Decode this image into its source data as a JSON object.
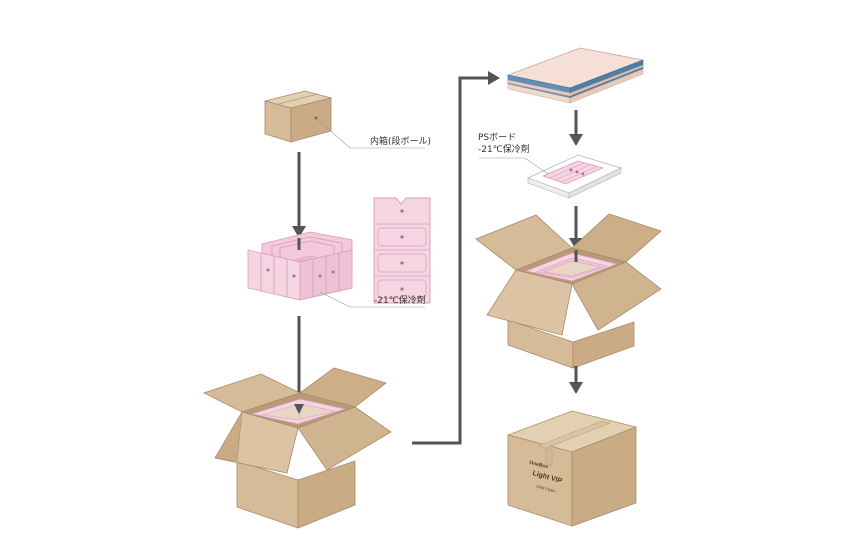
{
  "diagram": {
    "labels": {
      "inner_box": "内箱(段ボール)",
      "coolant_left": "-21℃保冷剤",
      "ps_board": "PSボード",
      "coolant_right": "-21℃保冷剤"
    },
    "box_print": {
      "small_brand": "OneBox",
      "product": "Light VIP",
      "sub": "Cold Chain"
    },
    "colors": {
      "cardboard_top": "#e3cfb2",
      "cardboard_side": "#d2b896",
      "cardboard_dark": "#bfa27e",
      "pink": "#f6d5e2",
      "pink_dark": "#e9b6ca",
      "arrow": "#545454"
    }
  }
}
